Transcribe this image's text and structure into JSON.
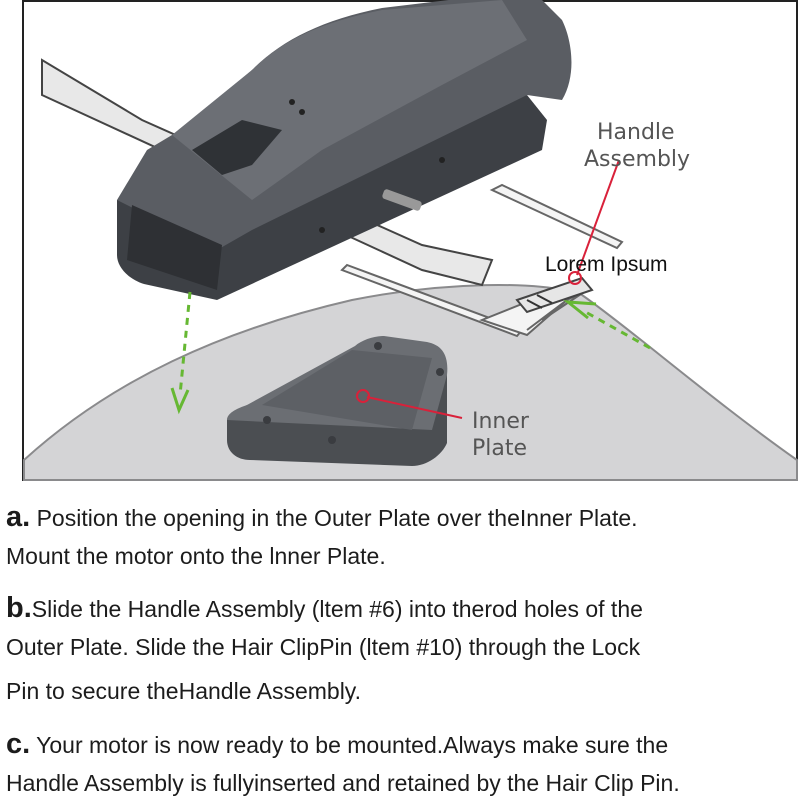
{
  "figure": {
    "callouts": {
      "handle_assembly": [
        "Handle",
        "Assembly"
      ],
      "inner_plate": [
        "Inner",
        "Plate"
      ],
      "overlay": "Lorem Ipsum"
    }
  },
  "steps": [
    {
      "letter": "a.",
      "lines": [
        " Position the opening in the Outer Plate over theInner Plate.",
        "Mount the motor onto the lnner Plate."
      ]
    },
    {
      "letter": "b.",
      "lines": [
        "Slide the Handle Assembly (ltem #6) into therod holes of the",
        "Outer Plate. Slide the Hair ClipPin (ltem #10) through the Lock",
        "Pin to secure theHandle Assembly."
      ]
    },
    {
      "letter": "c.",
      "lines": [
        " Your motor is now ready to be mounted.Always make sure the",
        "Handle Assembly is fullyinserted and retained by the Hair Clip Pin."
      ]
    }
  ],
  "colors": {
    "callout_line": "#d9213a",
    "arrow": "#66b833",
    "plate": "#d2d2d4",
    "motor": "#4a4d52"
  }
}
